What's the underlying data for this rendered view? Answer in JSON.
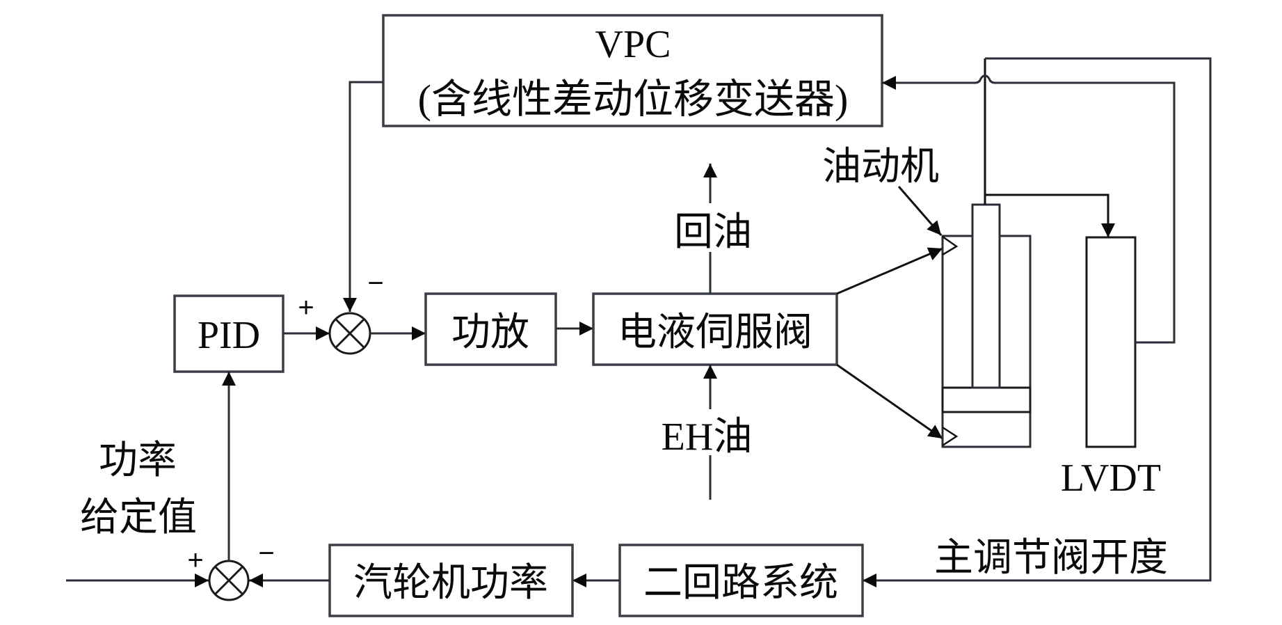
{
  "diagram": {
    "type": "control-block-diagram",
    "colors": {
      "line": "#2a2e36",
      "text": "#0a0a0a",
      "background": "#ffffff"
    },
    "blocks": {
      "vpc": {
        "title": "VPC",
        "subtitle": "(含线性差动位移变送器)"
      },
      "pid": {
        "label": "PID"
      },
      "amplifier": {
        "label": "功放"
      },
      "servo_valve": {
        "label": "电液伺服阀"
      },
      "turbine_power": {
        "label": "汽轮机功率"
      },
      "secondary_loop": {
        "label": "二回路系统"
      },
      "lvdt": {
        "label": "LVDT"
      },
      "actuator": {
        "label": "油动机"
      }
    },
    "labels": {
      "return_oil": "回油",
      "eh_oil": "EH油",
      "power_setpoint_line1": "功率",
      "power_setpoint_line2": "给定值",
      "main_valve_opening": "主调节阀开度"
    },
    "junctions": {
      "upper": {
        "plus": "+",
        "minus": "−"
      },
      "lower": {
        "plus": "+",
        "minus": "−"
      }
    },
    "connections": [
      {
        "from": "power-setpoint",
        "to": "lower-junction",
        "sign": "+"
      },
      {
        "from": "turbine_power",
        "to": "lower-junction",
        "sign": "-"
      },
      {
        "from": "lower-junction",
        "to": "pid"
      },
      {
        "from": "pid",
        "to": "upper-junction",
        "sign": "+"
      },
      {
        "from": "vpc",
        "to": "upper-junction",
        "sign": "-"
      },
      {
        "from": "upper-junction",
        "to": "amplifier"
      },
      {
        "from": "amplifier",
        "to": "servo_valve"
      },
      {
        "from": "eh-oil",
        "to": "servo_valve"
      },
      {
        "from": "servo_valve",
        "to": "return-oil"
      },
      {
        "from": "servo_valve",
        "to": "actuator-upper-port"
      },
      {
        "from": "servo_valve",
        "to": "actuator-lower-port"
      },
      {
        "from": "actuator-rod",
        "to": "lvdt"
      },
      {
        "from": "lvdt",
        "to": "vpc"
      },
      {
        "from": "actuator-rod",
        "to": "secondary_loop",
        "label": "主调节阀开度"
      },
      {
        "from": "secondary_loop",
        "to": "turbine_power"
      }
    ]
  }
}
